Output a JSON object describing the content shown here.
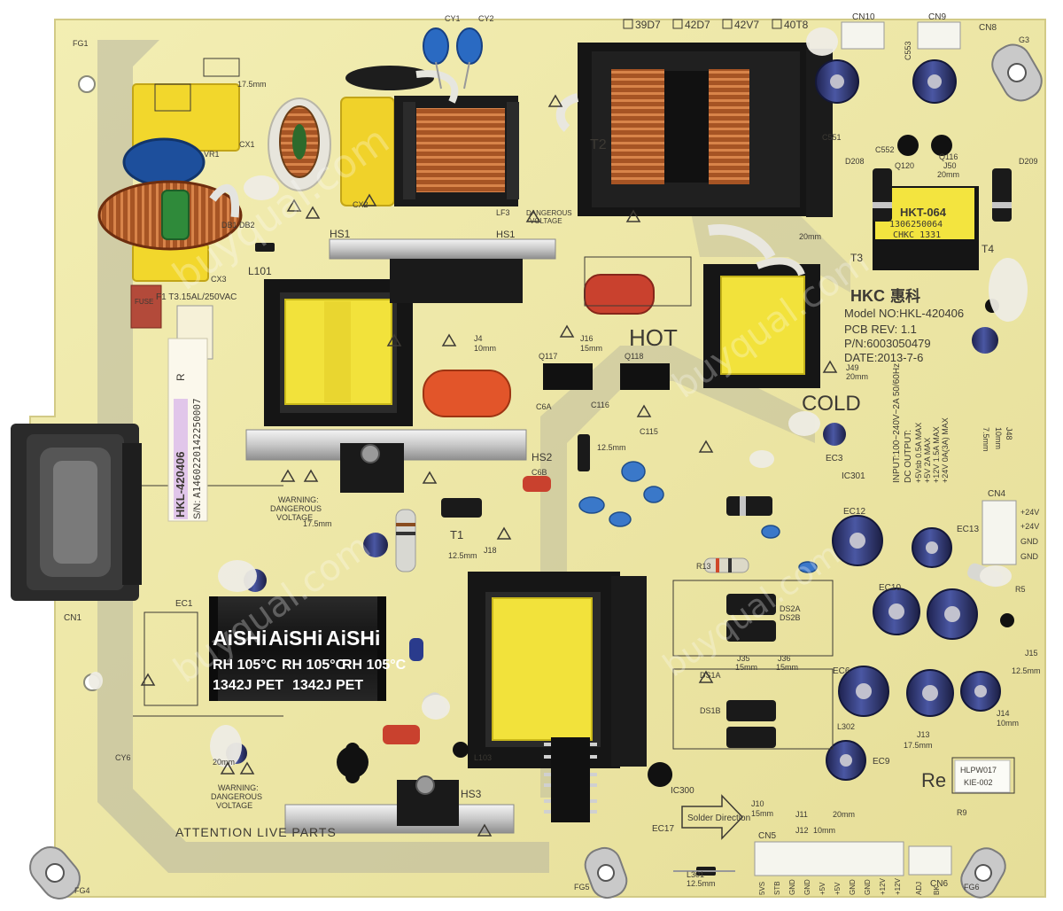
{
  "colors": {
    "pcb": "#efe8a6",
    "pcb_shade": "#e4dc96",
    "trace_band": "#9b9a8c",
    "silk": "#3d3a34",
    "transformer_core": "#1c1c1c",
    "copper": "#b9652d",
    "yellow_tape": "#f2e23b",
    "blue_cap": "#2a5aa8",
    "electrolytic": "#2d3466",
    "red_cap": "#c9412e"
  },
  "board": {
    "model_label": "Model NO:HKL-420406",
    "pcb_rev": "PCB REV: 1.1",
    "part_no": "P/N:6003050479",
    "date": "DATE:2013-7-6",
    "brand": "HKC",
    "brand_cn": "惠科",
    "hot": "HOT",
    "cold": "COLD",
    "attention": "ATTENTION LIVE PARTS",
    "solder_direction": "Solder Direction",
    "warning": "WARNING:",
    "dangerous": "DANGEROUS",
    "voltage": "VOLTAGE",
    "serial_prefix": "S/N:",
    "serial": "A1460220142250007",
    "sticker_model": "HKL-420406",
    "sticker_r": "R",
    "fuse": "F1 T3.15AL/250VAC",
    "input_spec": "INPUT:100~240V~2A 50/60Hz",
    "dc_output": "DC OUTPUT:",
    "hlp_sticker_1": "HLPW017",
    "hlp_sticker_2": "KIE-002",
    "re_mark": "Re",
    "versions": [
      "39D7",
      "42D7",
      "42V7",
      "40T8"
    ],
    "connector_cn4": [
      "+24V",
      "+24V",
      "GND",
      "GND"
    ],
    "connector_cn5": [
      "5VS",
      "STB",
      "GND",
      "GND",
      "+5V",
      "+5V",
      "GND",
      "GND",
      "+12V",
      "+12V"
    ],
    "connector_cn6": [
      "ADJ",
      "BK"
    ],
    "output_rows": [
      "+5Vsb 0.5A MAX",
      "+5V 2A MAX",
      "+12V 1.5A MAX",
      "+24V 0A(3A) MAX"
    ]
  },
  "components": {
    "aishi_brand": "AiSHi",
    "aishi_rating": "RH 105°C",
    "aishi_code": "1342J PET",
    "hkt_label": "HKT-064",
    "hkt_code1": "1306250064",
    "hkt_code2": "CHKC 1331",
    "refs": {
      "t2": "T2",
      "t1": "T1",
      "t3": "T3",
      "t4": "T4",
      "l101": "L101",
      "hs1": "HS1",
      "hs2": "HS2",
      "hs3": "HS3",
      "cn1": "CN1",
      "cn4": "CN4",
      "cn5": "CN5",
      "cn6": "CN6",
      "cn8": "CN8",
      "cn9": "CN9",
      "cn10": "CN10",
      "fg1": "FG1",
      "fg4": "FG4",
      "fg5": "FG5",
      "fg6": "FG6",
      "g3": "G3",
      "ec1": "EC1",
      "ec3": "EC3",
      "ec6": "EC6",
      "ec9": "EC9",
      "ec10": "EC10",
      "ec12": "EC12",
      "ec13": "EC13",
      "ec17": "EC17",
      "ic300": "IC300",
      "ic301": "IC301",
      "cx1": "CX1",
      "cx2": "CX2",
      "cx3": "CX3",
      "cy1": "CY1",
      "cy2": "CY2",
      "cy6": "CY6",
      "lf3": "LF3",
      "vr1": "VR1",
      "db1": "DB1 DB2",
      "q117": "Q117",
      "q118": "Q118",
      "q120": "Q120",
      "q116": "Q116",
      "c551": "C551",
      "c552": "C552",
      "c553": "C553",
      "d208": "D208",
      "d209": "D209",
      "l301": "L301",
      "l302": "L302",
      "l103": "L103",
      "ds1a": "DS1A",
      "ds1b": "DS1B",
      "ds2a": "DS2A",
      "ds2b": "DS2B",
      "r13": "R13",
      "r5": "R5",
      "r9": "R9",
      "j4": "J4",
      "j10": "J10",
      "j11": "J11",
      "j12": "J12",
      "j13": "J13",
      "j14": "J14",
      "j15": "J15",
      "j16": "J16",
      "j18": "J18",
      "j35": "J35",
      "j36": "J36",
      "j48": "J48",
      "j49": "J49",
      "j50": "J50",
      "c6a": "C6A",
      "c6b": "C6B",
      "c115": "C115",
      "c116": "C116"
    },
    "dims": {
      "j10": "15mm",
      "j11": "20mm",
      "j12": "10mm",
      "j13": "17.5mm",
      "j14": "10mm",
      "j15": "12.5mm",
      "j18": "12.5mm",
      "l301": "12.5mm",
      "j35": "15mm",
      "j36": "15mm",
      "j48": "10mm",
      "j49": "20mm",
      "j50": "20mm",
      "j4": "10mm",
      "j16": "15mm",
      "t1a": "12.5mm",
      "j305": "12.5mm",
      "j9": "20mm",
      "j33": "20mm",
      "hs_bottom": "17.5mm",
      "j75": "17.5mm",
      "j19": "7.5mm"
    }
  }
}
